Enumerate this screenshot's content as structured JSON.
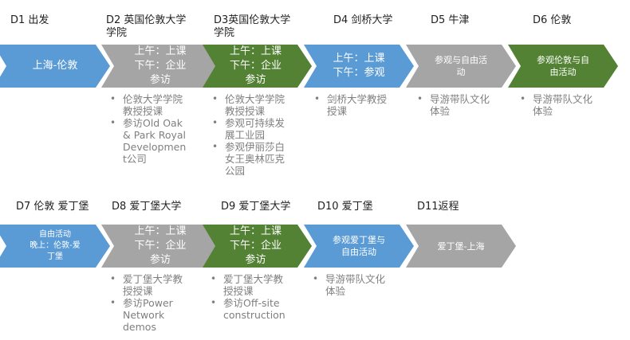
{
  "colors": {
    "blue": "#5b9bd5",
    "grey": "#a5a5a5",
    "green": "#548235",
    "bullet_text": "#7f7f7f"
  },
  "rows": [
    {
      "days": [
        {
          "title": "D1 出发",
          "box": [
            "上海-伦敦"
          ],
          "bullets": []
        },
        {
          "title": "D2 英国伦敦大学\n学院",
          "box": [
            "上午：上课",
            "下午：企业",
            "参访"
          ],
          "bullets": [
            "伦敦大学学院\n教授授课",
            "参访Old Oak\n& Park Royal\nDevelopmen\nt公司"
          ]
        },
        {
          "title": "D3英国伦敦大学\n学院",
          "box": [
            "上午：上课",
            "下午：企业",
            "参访"
          ],
          "bullets": [
            "伦敦大学学院\n教授授课",
            "参观可持续发\n展工业园",
            "参观伊丽莎白\n女王奥林匹克\n公园"
          ]
        },
        {
          "title": "D4 剑桥大学",
          "box": [
            "上午：上课",
            "下午：参观"
          ],
          "bullets": [
            "剑桥大学教授\n授课"
          ]
        },
        {
          "title": "D5 牛津",
          "box": [
            "参观与自由活",
            "动"
          ],
          "bullets": [
            "导游带队文化\n体验"
          ]
        },
        {
          "title": "D6 伦敦",
          "box": [
            "参观伦敦与自",
            "由活动"
          ],
          "bullets": [
            "导游带队文化\n体验"
          ]
        }
      ]
    },
    {
      "days": [
        {
          "title": "D7 伦敦 爱丁堡",
          "box": [
            "自由活动",
            "晚上：伦敦-爱",
            "丁堡"
          ],
          "bullets": []
        },
        {
          "title": "D8 爱丁堡大学",
          "box": [
            "上午：上课",
            "下午：企业",
            "参访"
          ],
          "bullets": [
            "爱丁堡大学教\n授授课",
            "参访Power\nNetwork\ndemos"
          ]
        },
        {
          "title": "D9 爱丁堡大学",
          "box": [
            "上午：上课",
            "下午：企业",
            "参访"
          ],
          "bullets": [
            "爱丁堡大学教\n授授课",
            "参访Off-site\nconstruction"
          ]
        },
        {
          "title": "D10 爱丁堡",
          "box": [
            "参观爱丁堡与",
            "自由活动"
          ],
          "bullets": [
            "导游带队文化\n体验"
          ]
        },
        {
          "title": "D11返程",
          "box": [
            "爱丁堡-上海"
          ],
          "bullets": []
        }
      ]
    }
  ]
}
